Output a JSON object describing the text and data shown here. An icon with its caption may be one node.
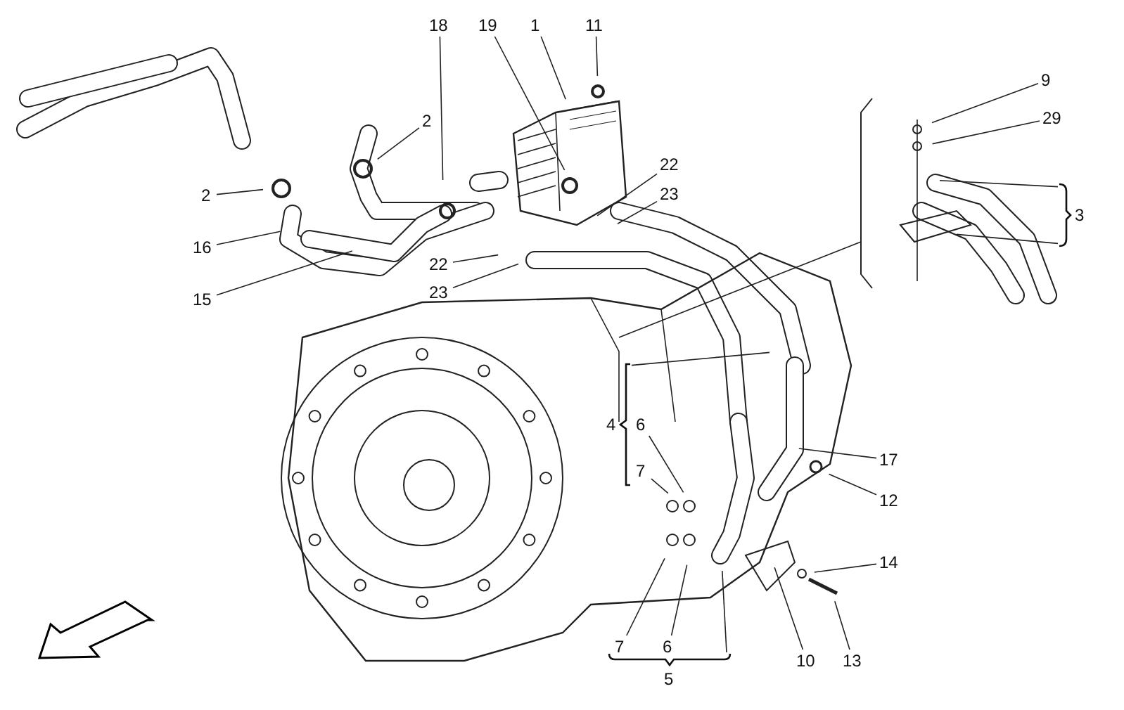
{
  "diagram": {
    "nodes": [
      {
        "text": [
          "18"
        ]
      },
      {
        "text": [
          "19"
        ]
      },
      {
        "text": [
          "1"
        ]
      },
      {
        "text": [
          "11"
        ]
      },
      {
        "text": [
          "9"
        ]
      },
      {
        "text": [
          "29"
        ]
      },
      {
        "text": [
          "2"
        ]
      },
      {
        "text": [
          "2"
        ]
      },
      {
        "text": [
          "22"
        ]
      },
      {
        "text": [
          "23"
        ]
      },
      {
        "text": [
          "3"
        ]
      },
      {
        "text": [
          "16"
        ]
      },
      {
        "text": [
          "15"
        ]
      },
      {
        "text": [
          "22"
        ]
      },
      {
        "text": [
          "23"
        ]
      },
      {
        "text": [
          "4"
        ]
      },
      {
        "text": [
          "6"
        ]
      },
      {
        "text": [
          "7"
        ]
      },
      {
        "text": [
          "17"
        ]
      },
      {
        "text": [
          "12"
        ]
      },
      {
        "text": [
          "14"
        ]
      },
      {
        "text": [
          "7"
        ]
      },
      {
        "text": [
          "6"
        ]
      },
      {
        "text": [
          "5"
        ]
      },
      {
        "text": [
          "10"
        ]
      },
      {
        "text": [
          "13"
        ]
      }
    ],
    "edges": [
      {
        "from": 0,
        "to": null,
        "arrow": "none"
      },
      {
        "from": 1,
        "to": null,
        "arrow": "none"
      },
      {
        "from": 2,
        "to": null,
        "arrow": "none"
      },
      {
        "from": 3,
        "to": null,
        "arrow": "none"
      },
      {
        "from": 4,
        "to": null,
        "arrow": "none"
      },
      {
        "from": 5,
        "to": null,
        "arrow": "none"
      },
      {
        "from": 6,
        "to": null,
        "arrow": "none"
      },
      {
        "from": 7,
        "to": null,
        "arrow": "none"
      },
      {
        "from": 8,
        "to": null,
        "arrow": "none"
      },
      {
        "from": 9,
        "to": null,
        "arrow": "none"
      },
      {
        "from": 10,
        "to": null,
        "arrow": "none"
      },
      {
        "from": 10,
        "to": null,
        "arrow": "none"
      },
      {
        "from": 11,
        "to": null,
        "arrow": "none"
      },
      {
        "from": 12,
        "to": null,
        "arrow": "none"
      },
      {
        "from": 13,
        "to": null,
        "arrow": "none"
      },
      {
        "from": 14,
        "to": null,
        "arrow": "none"
      },
      {
        "from": 15,
        "to": null,
        "arrow": "none"
      },
      {
        "from": 16,
        "to": null,
        "arrow": "none"
      },
      {
        "from": 17,
        "to": null,
        "arrow": "none"
      },
      {
        "from": 18,
        "to": null,
        "arrow": "none"
      },
      {
        "from": 19,
        "to": null,
        "arrow": "none"
      },
      {
        "from": 20,
        "to": null,
        "arrow": "none"
      },
      {
        "from": 21,
        "to": null,
        "arrow": "none"
      },
      {
        "from": 22,
        "to": null,
        "arrow": "none"
      },
      {
        "from": 23,
        "to": null,
        "arrow": "none"
      },
      {
        "from": 24,
        "to": null,
        "arrow": "none"
      },
      {
        "from": 25,
        "to": null,
        "arrow": "none"
      }
    ]
  }
}
